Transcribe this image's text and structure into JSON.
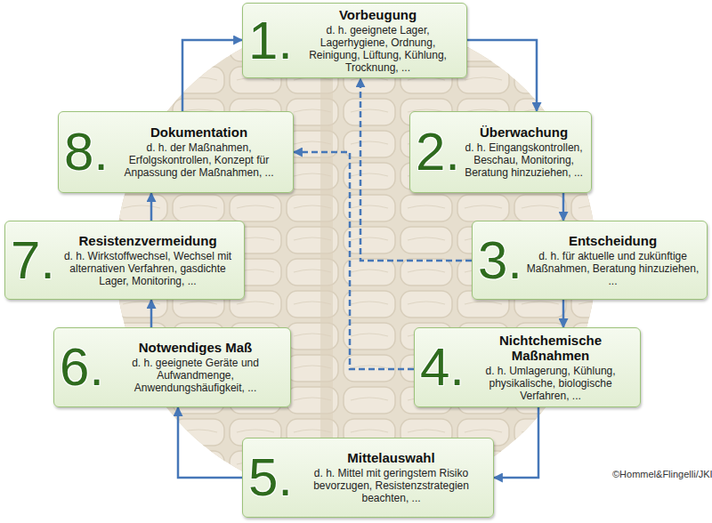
{
  "diagram": {
    "nodes": [
      {
        "text": [
          "1.",
          "Vorbeugung",
          "d. h. geeignete Lager, Lagerhygiene, Ordnung, Reinigung, Lüftung, Kühlung, Trocknung, ..."
        ]
      },
      {
        "text": [
          "2.",
          "Überwachung",
          "d. h. Eingangskontrollen, Beschau, Monitoring, Beratung hinzuziehen, ..."
        ]
      },
      {
        "text": [
          "3.",
          "Entscheidung",
          "d. h. für aktuelle und zukünftige Maßnahmen, Beratung hinzuziehen, ..."
        ]
      },
      {
        "text": [
          "4.",
          "Nichtchemische Maßnahmen",
          "d. h. Umlagerung, Kühlung, physikalische, biologische Verfahren, ..."
        ]
      },
      {
        "text": [
          "5.",
          "Mittelauswahl",
          "d. h. Mittel mit geringstem Risiko bevorzugen, Resistenzstrategien beachten, ..."
        ]
      },
      {
        "text": [
          "6.",
          "Notwendiges Maß",
          "d. h. geeignete Geräte und Aufwandmenge, Anwendungshäufigkeit, ..."
        ]
      },
      {
        "text": [
          "7.",
          "Resistenzvermeidung",
          "d. h. Wirkstoffwechsel, Wechsel mit alternativen Verfahren, gasdichte Lager, Monitoring, ..."
        ]
      },
      {
        "text": [
          "8.",
          "Dokumentation",
          "d. h. der Maßnahmen, Erfolgskontrollen, Konzept für Anpassung der Maßnahmen, ..."
        ]
      }
    ],
    "edges": [
      {
        "from": 0,
        "to": 1,
        "arrow": "to"
      },
      {
        "from": 1,
        "to": 2,
        "arrow": "to"
      },
      {
        "from": 2,
        "to": 3,
        "arrow": "to"
      },
      {
        "from": 3,
        "to": 4,
        "arrow": "to"
      },
      {
        "from": 4,
        "to": 5,
        "arrow": "to"
      },
      {
        "from": 5,
        "to": 6,
        "arrow": "to"
      },
      {
        "from": 6,
        "to": 7,
        "arrow": "to"
      },
      {
        "from": 7,
        "to": 0,
        "arrow": "to"
      },
      {
        "from": 2,
        "to": 0,
        "arrow": "to"
      },
      {
        "from": 3,
        "to": 7,
        "arrow": "to"
      }
    ],
    "labels": [
      "©Hommel&Flingelli/JKI"
    ]
  }
}
